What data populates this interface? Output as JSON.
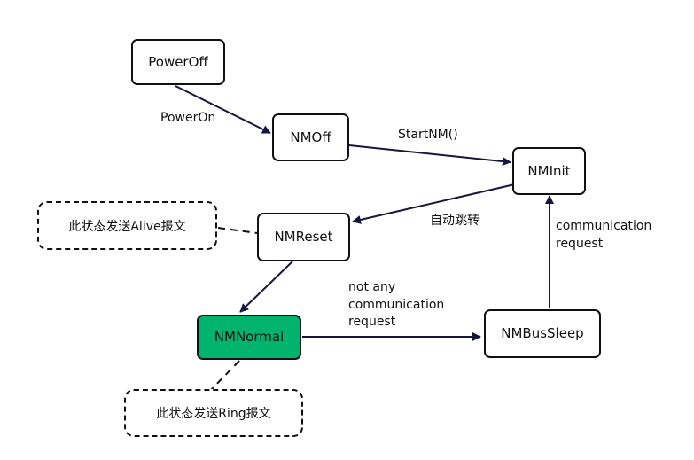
{
  "diagram": {
    "nodes": {
      "poweroff": "PowerOff",
      "nmoff": "NMOff",
      "nminit": "NMInit",
      "nmreset": "NMReset",
      "nmnormal": "NMNormal",
      "nmbussleep": "NMBusSleep"
    },
    "notes": {
      "reset_note": "此状态发送Alive报文",
      "normal_note": "此状态发送Ring报文"
    },
    "edge_labels": {
      "poweron": "PowerOn",
      "startnm": "StartNM()",
      "auto_jump": "自动跳转",
      "comm_request_line1": "communication",
      "comm_request_line2": "request",
      "no_comm_line1": "not any",
      "no_comm_line2": "communication",
      "no_comm_line3": "request"
    },
    "colors": {
      "active_state": "#00b46e",
      "line": "#16163f"
    }
  }
}
